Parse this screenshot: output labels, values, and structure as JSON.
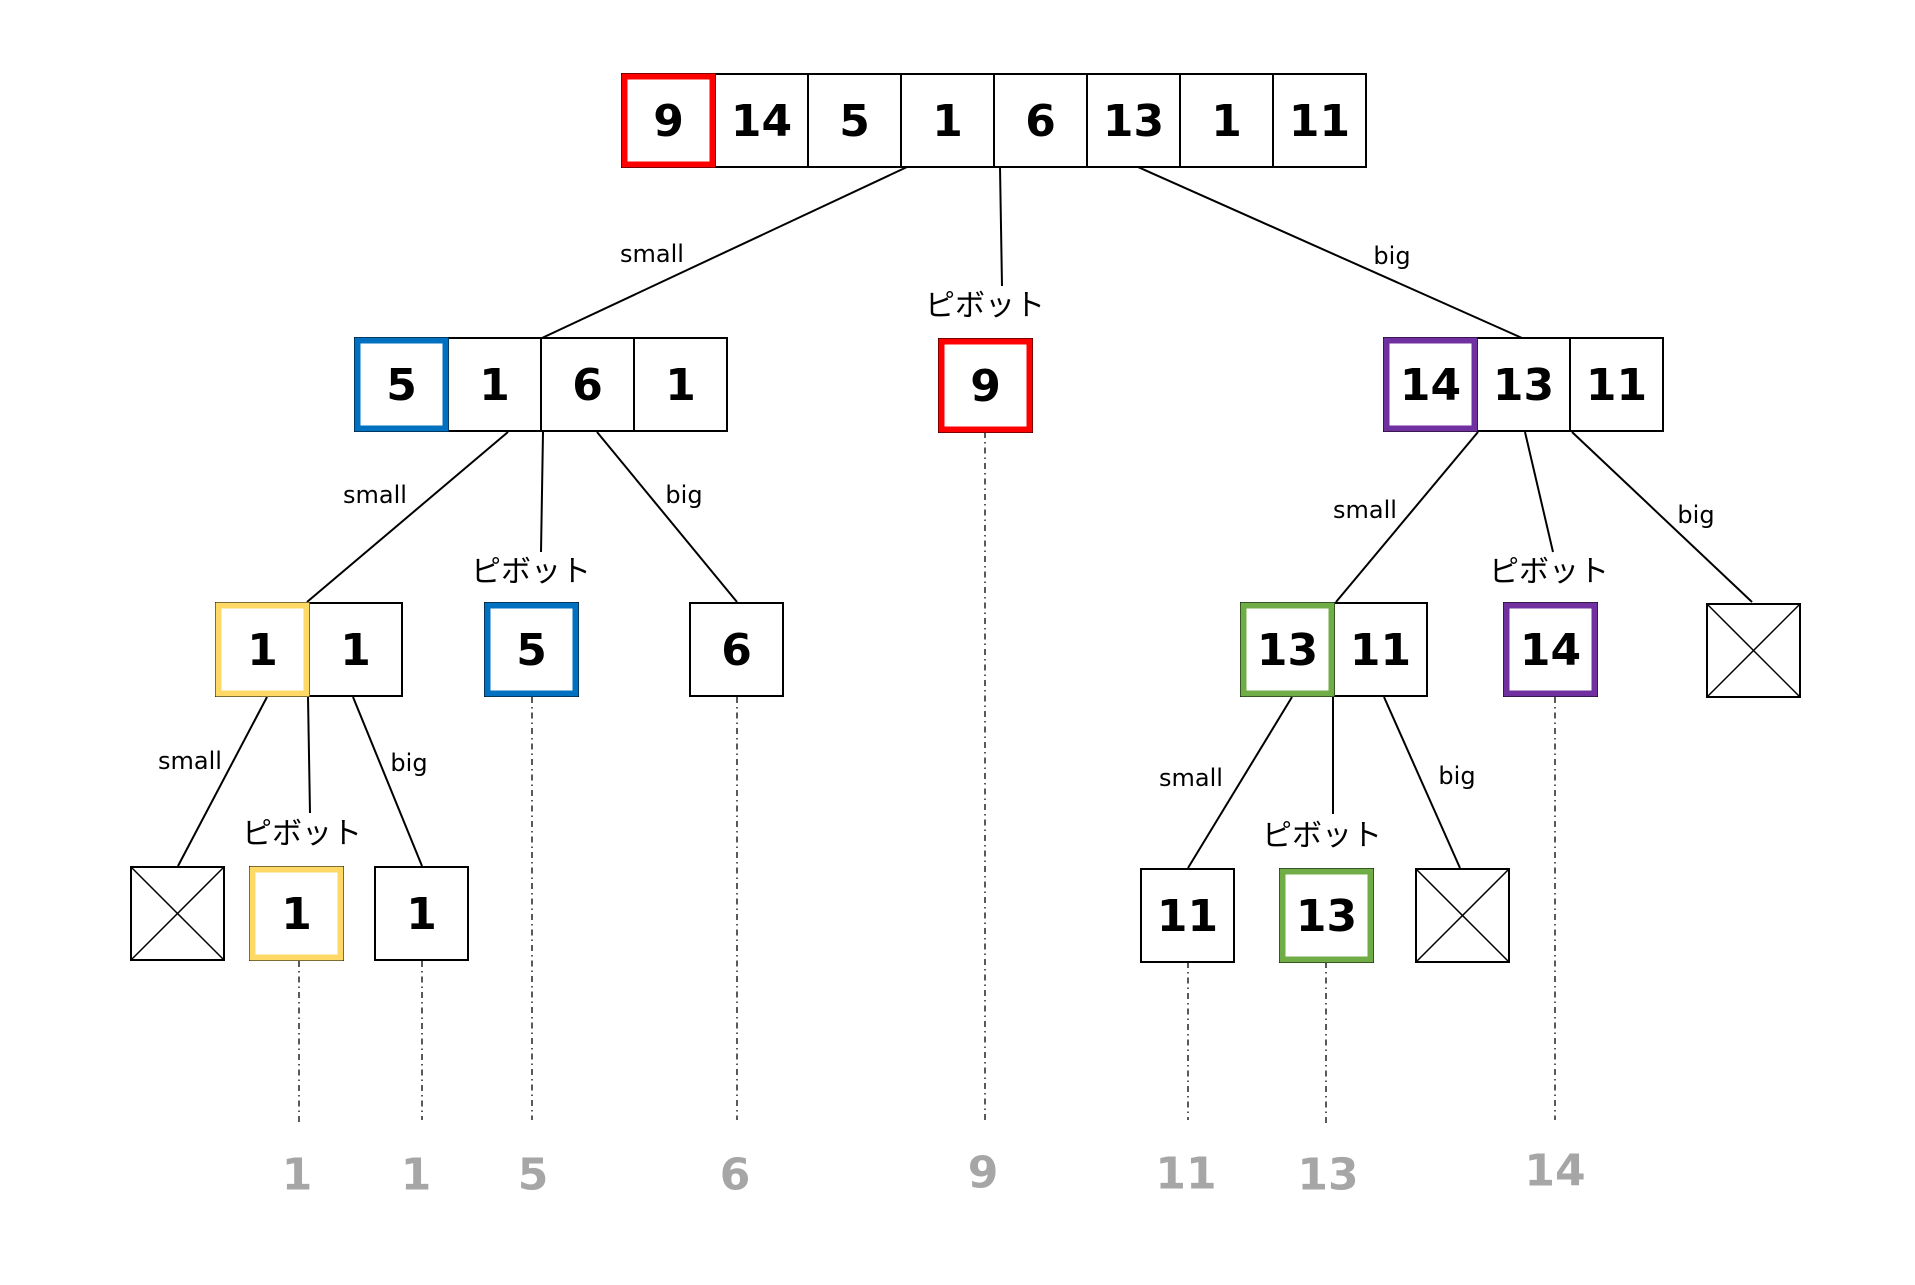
{
  "colors": {
    "cell_border": "#000000",
    "pivot_red": "#ff0000",
    "pivot_blue": "#0070c0",
    "pivot_purple": "#7030a0",
    "pivot_yellow": "#ffd966",
    "pivot_green": "#70ad47",
    "result_gray": "#a6a6a6"
  },
  "labels": {
    "small": "small",
    "big": "big",
    "pivot": "ピボット"
  },
  "arrays": {
    "root": [
      "9",
      "14",
      "5",
      "1",
      "6",
      "13",
      "1",
      "11"
    ],
    "small_1": [
      "5",
      "1",
      "6",
      "1"
    ],
    "pivot_1": [
      "9"
    ],
    "big_1": [
      "14",
      "13",
      "11"
    ],
    "small_2": [
      "1",
      "1"
    ],
    "pivot_2a": [
      "5"
    ],
    "big_2a": [
      "6"
    ],
    "small_2b": [
      "13",
      "11"
    ],
    "pivot_2b": [
      "14"
    ],
    "pivot_3a": [
      "1"
    ],
    "big_3a": [
      "1"
    ],
    "small_3b": [
      "11"
    ],
    "pivot_3b": [
      "13"
    ]
  },
  "result": [
    "1",
    "1",
    "5",
    "6",
    "9",
    "11",
    "13",
    "14"
  ]
}
